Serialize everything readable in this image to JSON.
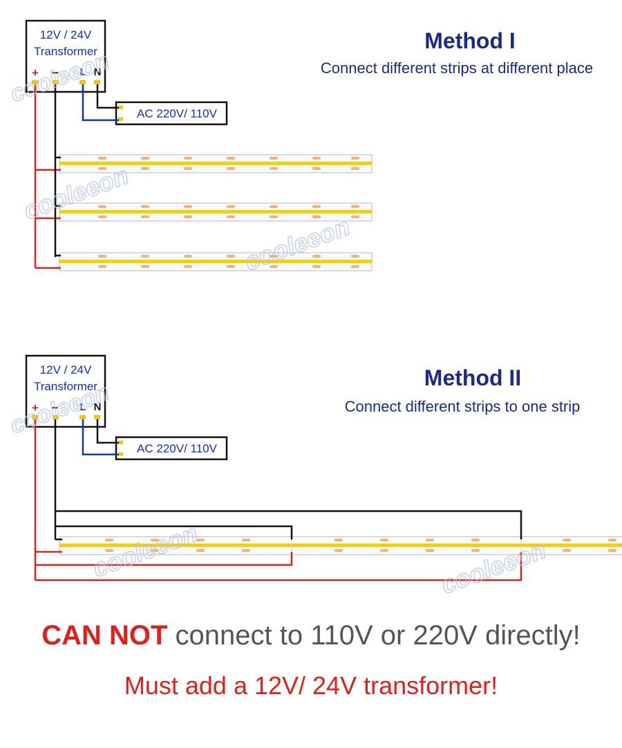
{
  "method1": {
    "title": "Method I",
    "subtitle": "Connect different strips at different place",
    "transformer": {
      "line1": "12V / 24V",
      "line2": "Transformer",
      "pins": [
        "+",
        "−",
        "L",
        "N"
      ]
    },
    "ac_label": "AC 220V/ 110V"
  },
  "method2": {
    "title": "Method II",
    "subtitle": "Connect different strips to one strip",
    "transformer": {
      "line1": "12V / 24V",
      "line2": "Transformer",
      "pins": [
        "+",
        "−",
        "L",
        "N"
      ]
    },
    "ac_label": "AC 220V/ 110V"
  },
  "warning": {
    "emphasis": "CAN NOT",
    "rest": " connect to 110V or 220V directly!",
    "line2": "Must add a 12V/ 24V transformer!"
  },
  "watermark": "cooleeon",
  "colors": {
    "positive_wire": "#e0201c",
    "negative_wire": "#111111",
    "live_wire": "#1030c8",
    "led_strip": "#f6d000",
    "led_chip": "#f2b37a",
    "title": "#1a2a8a"
  }
}
